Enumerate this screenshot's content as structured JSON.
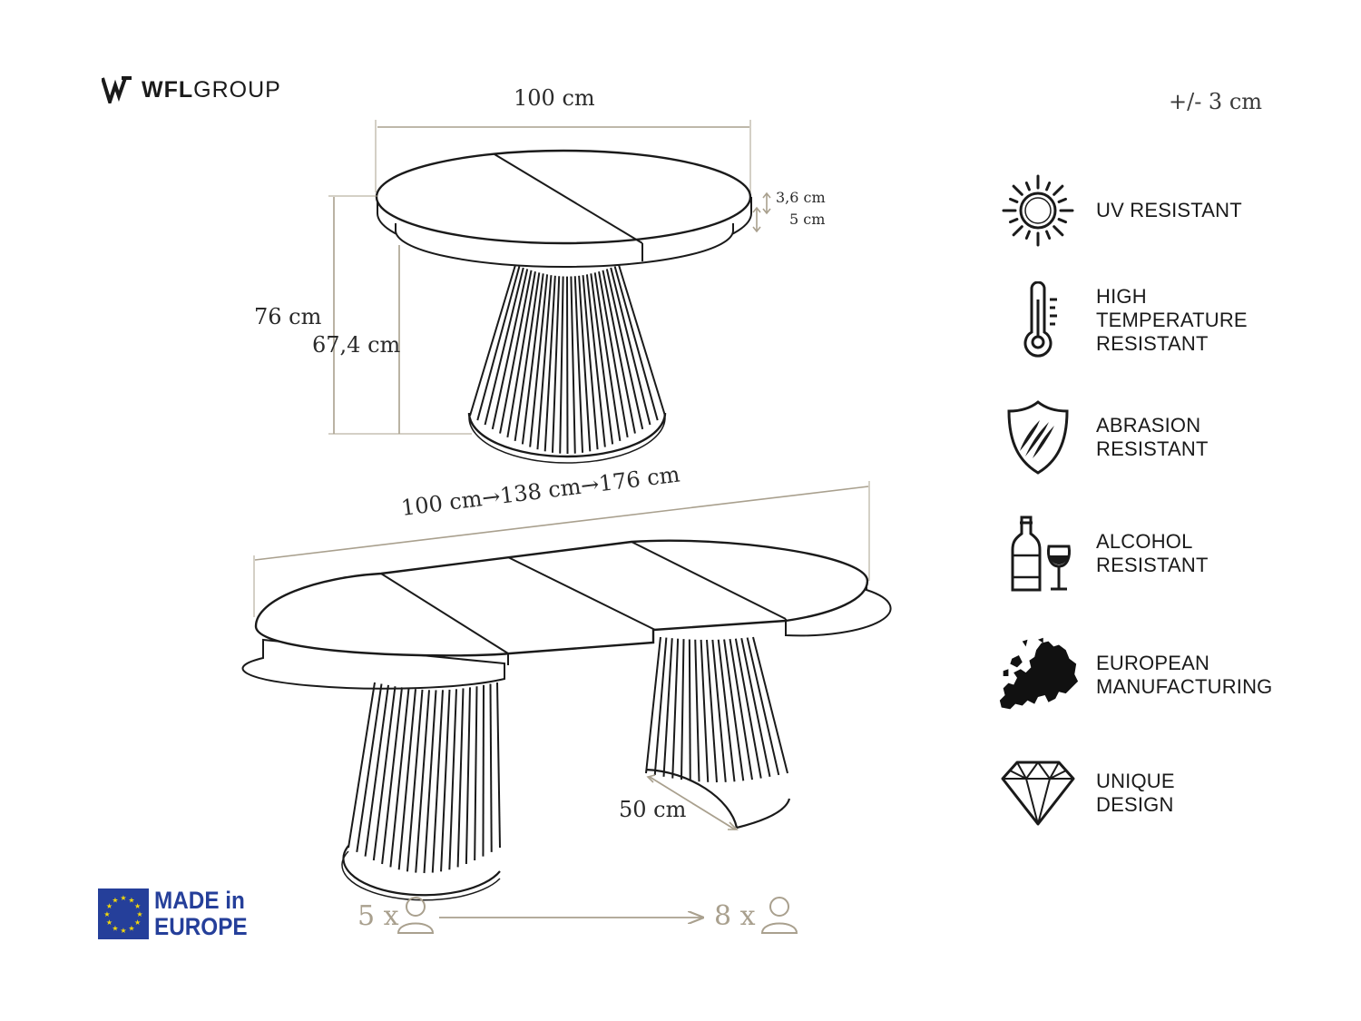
{
  "brand": {
    "name_bold": "WFL",
    "name_light": "GROUP"
  },
  "tolerance": "+/- 3 cm",
  "colors": {
    "dimension_line": "#a9a08e",
    "ink": "#1a1a1a",
    "eu_blue": "#253f9a",
    "eu_star": "#f5d90a"
  },
  "top_table": {
    "width": "100 cm",
    "thickness_top": "3,6 cm",
    "thickness_bottom": "5 cm",
    "height_total": "76 cm",
    "height_under": "67,4 cm"
  },
  "extended_table": {
    "lengths": "100 cm→138 cm→176 cm",
    "base_width": "50 cm"
  },
  "seating": {
    "from": "5 x",
    "to": "8 x",
    "icon": "person-icon"
  },
  "features": [
    {
      "icon": "sun-icon",
      "label": "UV RESISTANT"
    },
    {
      "icon": "thermometer-icon",
      "label": "HIGH\nTEMPERATURE\nRESISTANT"
    },
    {
      "icon": "shield-scratch-icon",
      "label": "ABRASION\nRESISTANT"
    },
    {
      "icon": "wine-bottle-glass-icon",
      "label": "ALCOHOL\nRESISTANT"
    },
    {
      "icon": "europe-map-icon",
      "label": "EUROPEAN\nMANUFACTURING"
    },
    {
      "icon": "diamond-icon",
      "label": "UNIQUE\nDESIGN"
    }
  ],
  "badge": {
    "text": "MADE in\nEUROPE",
    "icon": "eu-flag-icon"
  }
}
